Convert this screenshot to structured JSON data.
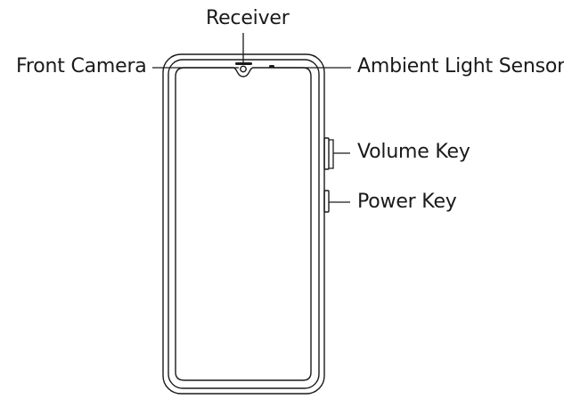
{
  "callouts": {
    "receiver": "Receiver",
    "front_camera": "Front Camera",
    "ambient_light_sensor": "Ambient Light Sensor",
    "volume_key": "Volume Key",
    "power_key": "Power Key"
  },
  "colors": {
    "line": "#1a1a1a",
    "background": "#ffffff"
  }
}
